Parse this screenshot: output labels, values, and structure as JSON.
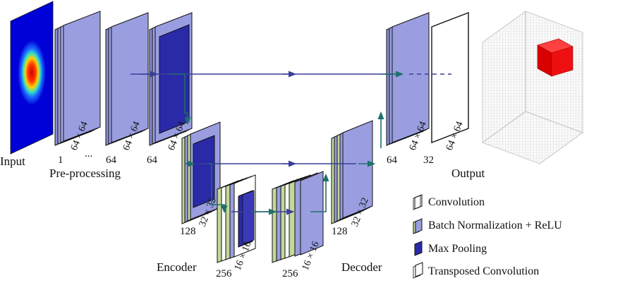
{
  "labels": {
    "input": "Input",
    "preprocessing": "Pre-processing",
    "encoder": "Encoder",
    "decoder": "Decoder",
    "output": "Output"
  },
  "channels": {
    "c1": "1",
    "c1_dots": "...",
    "c64a": "64",
    "c64b": "64",
    "c128_enc": "128",
    "c256_enc": "256",
    "c256_dec": "256",
    "c128_dec": "128",
    "c64_dec": "64",
    "c32_out": "32"
  },
  "sizes": {
    "s_pre": "64 × 64",
    "s_a": "64 × 64",
    "s_b": "64 × 64",
    "s_enc128": "32 × 32",
    "s_enc256": "16 × 16",
    "s_dec256": "16 × 16",
    "s_dec128": "32 × 32",
    "s_dec64": "64 × 64",
    "s_out": "64 × 64"
  },
  "legend": {
    "conv": "Convolution",
    "bn": "Batch Normalization + ReLU",
    "pool": "Max Pooling",
    "tconv": "Transposed Convolution"
  },
  "colors": {
    "conv_fill": "#9a9ee0",
    "bn_fill": "#c3d99a",
    "pool_fill": "#2a2aa8",
    "arrow": "#1f6f6a",
    "skip": "#3a3f9a",
    "cube": "#e01010"
  }
}
